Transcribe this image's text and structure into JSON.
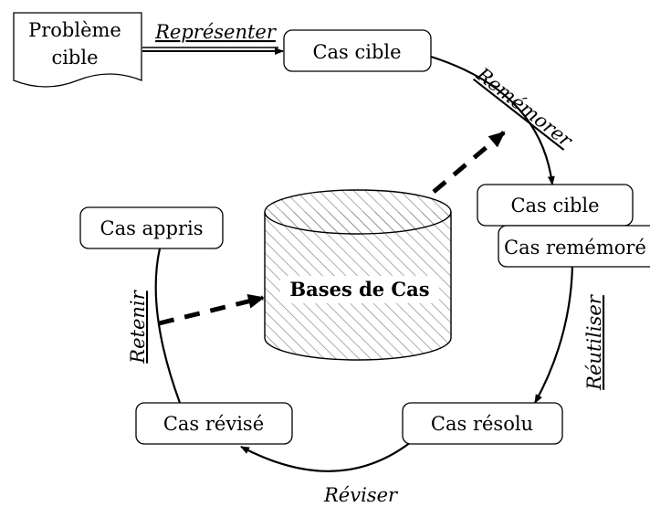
{
  "problem": {
    "line1": "Problème",
    "line2": "cible"
  },
  "edges": {
    "represent": "Représenter",
    "retrieve": "Remémorer",
    "reuse": "Réutiliser",
    "revise": "Réviser",
    "retain": "Retenir"
  },
  "nodes": {
    "target_case": "Cas cible",
    "target_case_2": "Cas cible",
    "retrieved_case": "Cas remémoré",
    "solved_case": "Cas résolu",
    "revised_case": "Cas révisé",
    "learned_case": "Cas appris"
  },
  "database": {
    "label": "Bases de Cas"
  },
  "colors": {
    "stroke": "#000000",
    "hatch": "#8a8a8a",
    "background": "#ffffff"
  }
}
